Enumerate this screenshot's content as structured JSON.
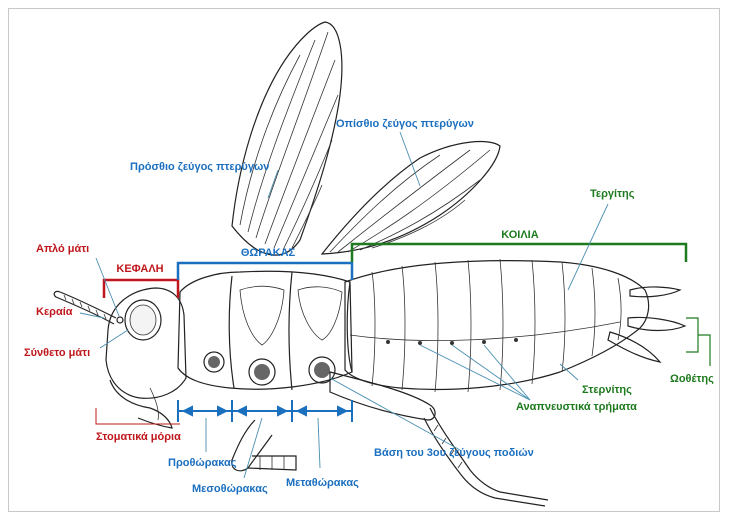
{
  "sections": {
    "head": "ΚΕΦΑΛΗ",
    "thorax": "ΘΩΡΑΚΑΣ",
    "abdomen": "ΚΟΙΛΙΑ"
  },
  "labels": {
    "simple_eye": "Απλό μάτι",
    "antenna": "Κεραία",
    "compound_eye": "Σύνθετο μάτι",
    "mouthparts": "Στοματικά μόρια",
    "forewings": "Πρόσθιο ζεύγος πτερύγων",
    "hindwings": "Οπίσθιο ζεύγος πτερύγων",
    "prothorax": "Προθώρακας",
    "mesothorax": "Μεσοθώρακας",
    "metathorax": "Μεταθώρακας",
    "leg_base": "Βάση του 3ου ζεύγους ποδιών",
    "tergite": "Τεργίτης",
    "sternite": "Στερνίτης",
    "spiracles": "Αναπνευστικά τρήματα",
    "ovipositor": "Ωοθέτης"
  },
  "colors": {
    "head": "#c0171c",
    "thorax": "#1b6fbf",
    "abdomen": "#1e7a1e"
  }
}
